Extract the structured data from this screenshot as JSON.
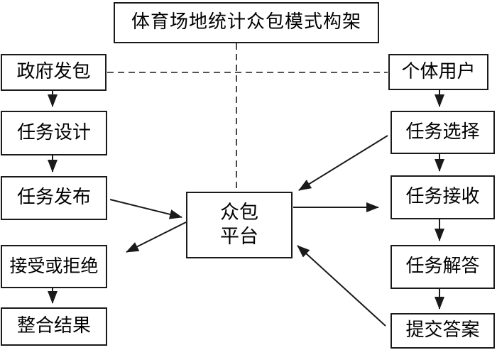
{
  "title": {
    "label": "体育场地统计众包模式构架"
  },
  "center_node": {
    "line1": "众包",
    "line2": "平台"
  },
  "left_flow": {
    "items": [
      {
        "label": "政府发包"
      },
      {
        "label": "任务设计"
      },
      {
        "label": "任务发布"
      },
      {
        "label": "接受或拒绝"
      },
      {
        "label": "整合结果"
      }
    ]
  },
  "right_flow": {
    "items": [
      {
        "label": "个体用户"
      },
      {
        "label": "任务选择"
      },
      {
        "label": "任务接收"
      },
      {
        "label": "任务解答"
      },
      {
        "label": "提交答案"
      }
    ]
  },
  "connections": [
    {
      "from": "政府发包",
      "to": "个体用户",
      "style": "dashed",
      "directed": false
    },
    {
      "from": "体育场地统计众包模式构架",
      "to": "众包平台",
      "style": "dashed",
      "directed": false
    },
    {
      "from": "政府发包",
      "to": "任务设计",
      "style": "solid",
      "directed": true
    },
    {
      "from": "任务设计",
      "to": "任务发布",
      "style": "solid",
      "directed": true
    },
    {
      "from": "任务发布",
      "to": "众包平台",
      "style": "solid",
      "directed": true
    },
    {
      "from": "众包平台",
      "to": "接受或拒绝",
      "style": "solid",
      "directed": true
    },
    {
      "from": "接受或拒绝",
      "to": "整合结果",
      "style": "solid",
      "directed": true
    },
    {
      "from": "个体用户",
      "to": "任务选择",
      "style": "solid",
      "directed": true
    },
    {
      "from": "任务选择",
      "to": "众包平台",
      "style": "solid",
      "directed": true
    },
    {
      "from": "众包平台",
      "to": "任务接收",
      "style": "solid",
      "directed": true
    },
    {
      "from": "任务接收",
      "to": "任务解答",
      "style": "solid",
      "directed": true
    },
    {
      "from": "任务解答",
      "to": "提交答案",
      "style": "solid",
      "directed": true
    },
    {
      "from": "提交答案",
      "to": "众包平台",
      "style": "solid",
      "directed": true
    }
  ],
  "colors": {
    "line": "#1a1a1a",
    "box_background": "#ffffff",
    "text": "#000000"
  }
}
